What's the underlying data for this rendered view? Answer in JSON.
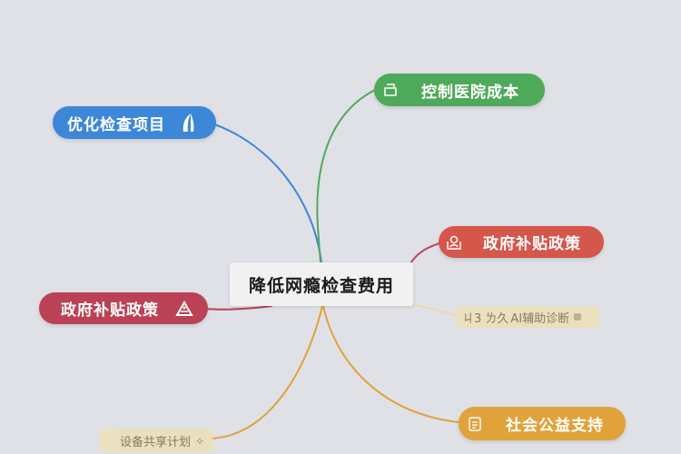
{
  "mindmap": {
    "background": "#dfe1e6",
    "center": {
      "label": "降低网瘾检查费用"
    },
    "branches": [
      {
        "id": "optimize",
        "label": "优化检查项目",
        "color": "#3d87d8",
        "icon": "sail-icon",
        "side": "left"
      },
      {
        "id": "control",
        "label": "控制医院成本",
        "color": "#4fa95a",
        "icon": "card-icon",
        "side": "right"
      },
      {
        "id": "subsidy-right",
        "label": "政府补贴政策",
        "color": "#d5564a",
        "icon": "user-frame-icon",
        "side": "right"
      },
      {
        "id": "subsidy-left",
        "label": "政府补贴政策",
        "color": "#bb4255",
        "icon": "warning-triangle-icon",
        "side": "left"
      },
      {
        "id": "ai",
        "label": "AI辅助诊断",
        "prefix": "ㄐ3 ㄌ久",
        "color": "#e8d9a8",
        "icon": "settings-icon",
        "side": "right",
        "faint": true
      },
      {
        "id": "charity",
        "label": "社会公益支持",
        "color": "#e0a23a",
        "icon": "document-icon",
        "side": "right"
      },
      {
        "id": "share",
        "label": "设备共享计划",
        "color": "#e8d9a8",
        "icon": "check-diamond-icon",
        "side": "left",
        "faint": true
      }
    ]
  }
}
